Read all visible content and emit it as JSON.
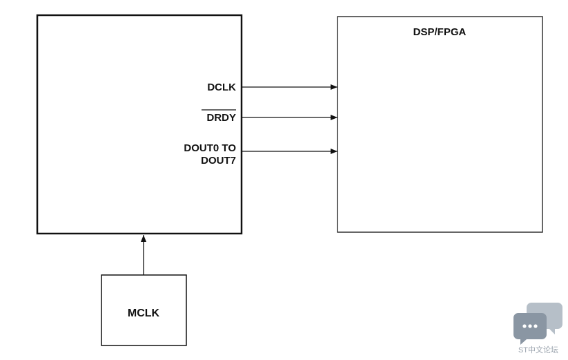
{
  "diagram": {
    "right_block_title": "DSP/FPGA",
    "signals": {
      "dclk": "DCLK",
      "drdy": "DRDY",
      "dout_line1": "DOUT0 TO",
      "dout_line2": "DOUT7"
    },
    "clock_source_label": "MCLK"
  },
  "watermark": {
    "text": "ST中文论坛",
    "icon": "chat-bubbles-icon",
    "color": "#8a96a3"
  }
}
